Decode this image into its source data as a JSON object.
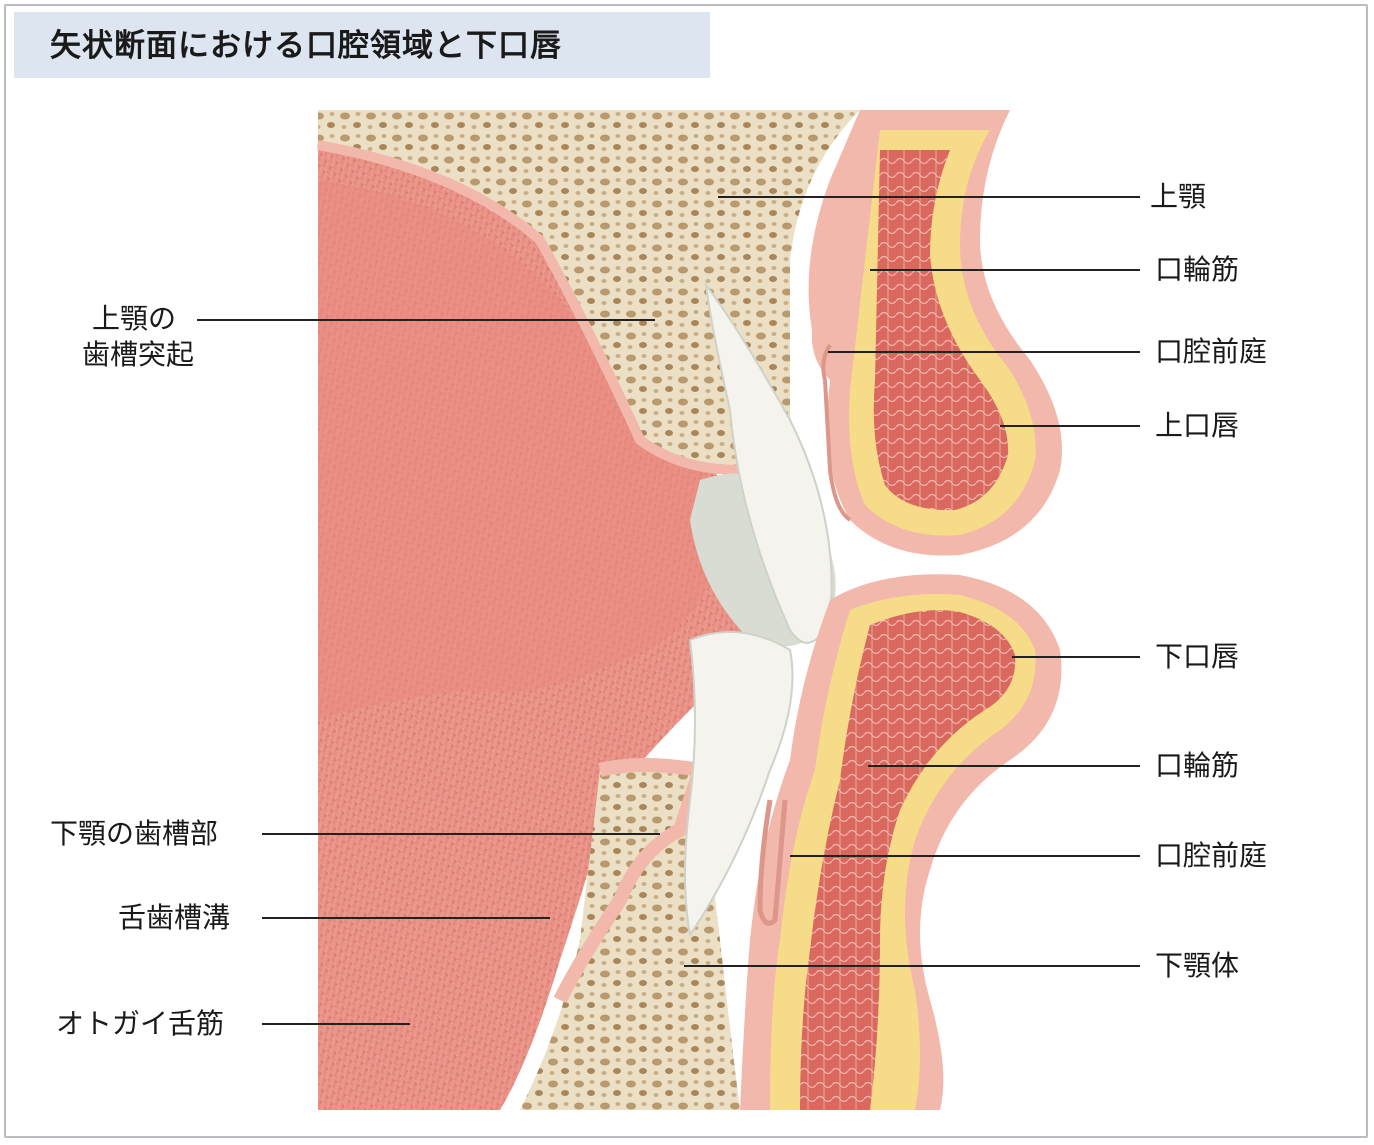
{
  "title": "矢状断面における口腔領域と下口唇",
  "labels_left": {
    "maxilla_alveolar_1": "上顎の",
    "maxilla_alveolar_2": "歯槽突起",
    "mandible_alveolar": "下顎の歯槽部",
    "sublingual_groove": "舌歯槽溝",
    "genioglossus": "オトガイ舌筋"
  },
  "labels_right": {
    "maxilla": "上顎",
    "orbicularis_upper": "口輪筋",
    "vestibule_upper": "口腔前庭",
    "upper_lip": "上口唇",
    "lower_lip": "下口唇",
    "orbicularis_lower": "口輪筋",
    "vestibule_lower": "口腔前庭",
    "mandible_body": "下顎体"
  },
  "colors": {
    "muscle": "#e88a80",
    "muscle_dark": "#c9605a",
    "bone": "#eadfc4",
    "bone_pore": "#c4a278",
    "mucosa": "#f1b8ab",
    "fat": "#f6dc88",
    "tooth": "#f4f3ee",
    "title_bg": "#dde6f0",
    "leader": "#222222"
  }
}
